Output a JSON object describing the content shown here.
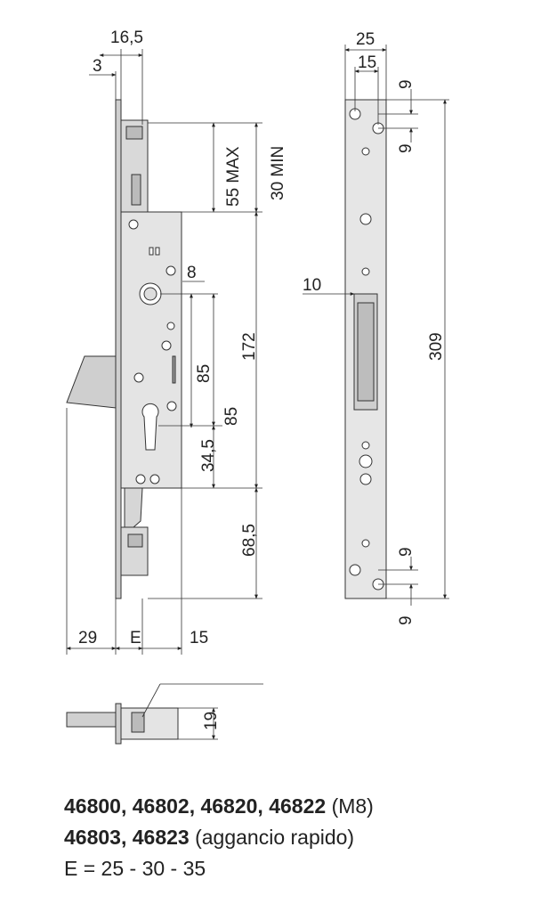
{
  "dimensions": {
    "d16_5": "16,5",
    "d3": "3",
    "d55max": "55 MAX",
    "d30min": "30 MIN",
    "d8": "8",
    "d172": "172",
    "d85a": "85",
    "d85b": "85",
    "d34_5": "34,5",
    "d68_5": "68,5",
    "d29": "29",
    "dE": "E",
    "d15b": "15",
    "d19": "19",
    "d25": "25",
    "d15a": "15",
    "d9a": "9",
    "d9b": "9",
    "d10": "10",
    "d309": "309",
    "d9c": "9",
    "d9d": "9"
  },
  "captions": {
    "line1_codes": "46800, 46802, 46820, 46822",
    "line1_note": "(M8)",
    "line2_codes": "46803, 46823",
    "line2_note": "(aggancio rapido)",
    "line3": "E = 25 - 30 - 35"
  }
}
